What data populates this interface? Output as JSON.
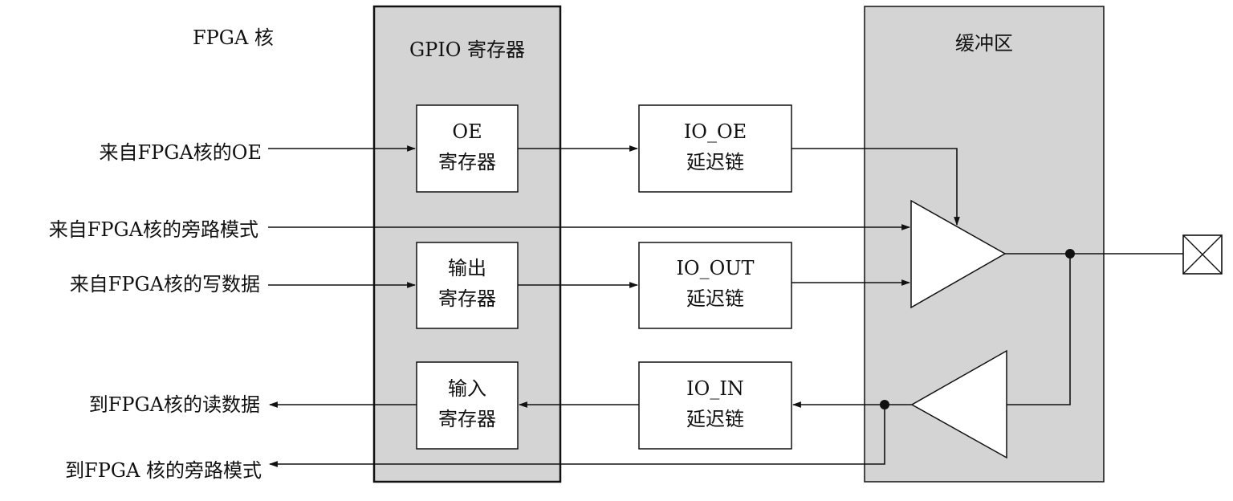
{
  "regions": {
    "fpga_core": "FPGA 核",
    "gpio_registers": "GPIO 寄存器",
    "buffer": "缓冲区"
  },
  "registers": {
    "oe": [
      "OE",
      "寄存器"
    ],
    "output": [
      "输出",
      "寄存器"
    ],
    "input": [
      "输入",
      "寄存器"
    ]
  },
  "delay_chains": {
    "io_oe": [
      "IO_OE",
      "延迟链"
    ],
    "io_out": [
      "IO_OUT",
      "延迟链"
    ],
    "io_in": [
      "IO_IN",
      "延迟链"
    ]
  },
  "signals": {
    "oe_in": "来自FPGA核的OE",
    "bypass_in": "来自FPGA核的旁路模式",
    "write_data_in": "来自FPGA核的写数据",
    "read_data_out": "到FPGA核的读数据",
    "bypass_out": "到FPGA 核的旁路模式"
  }
}
